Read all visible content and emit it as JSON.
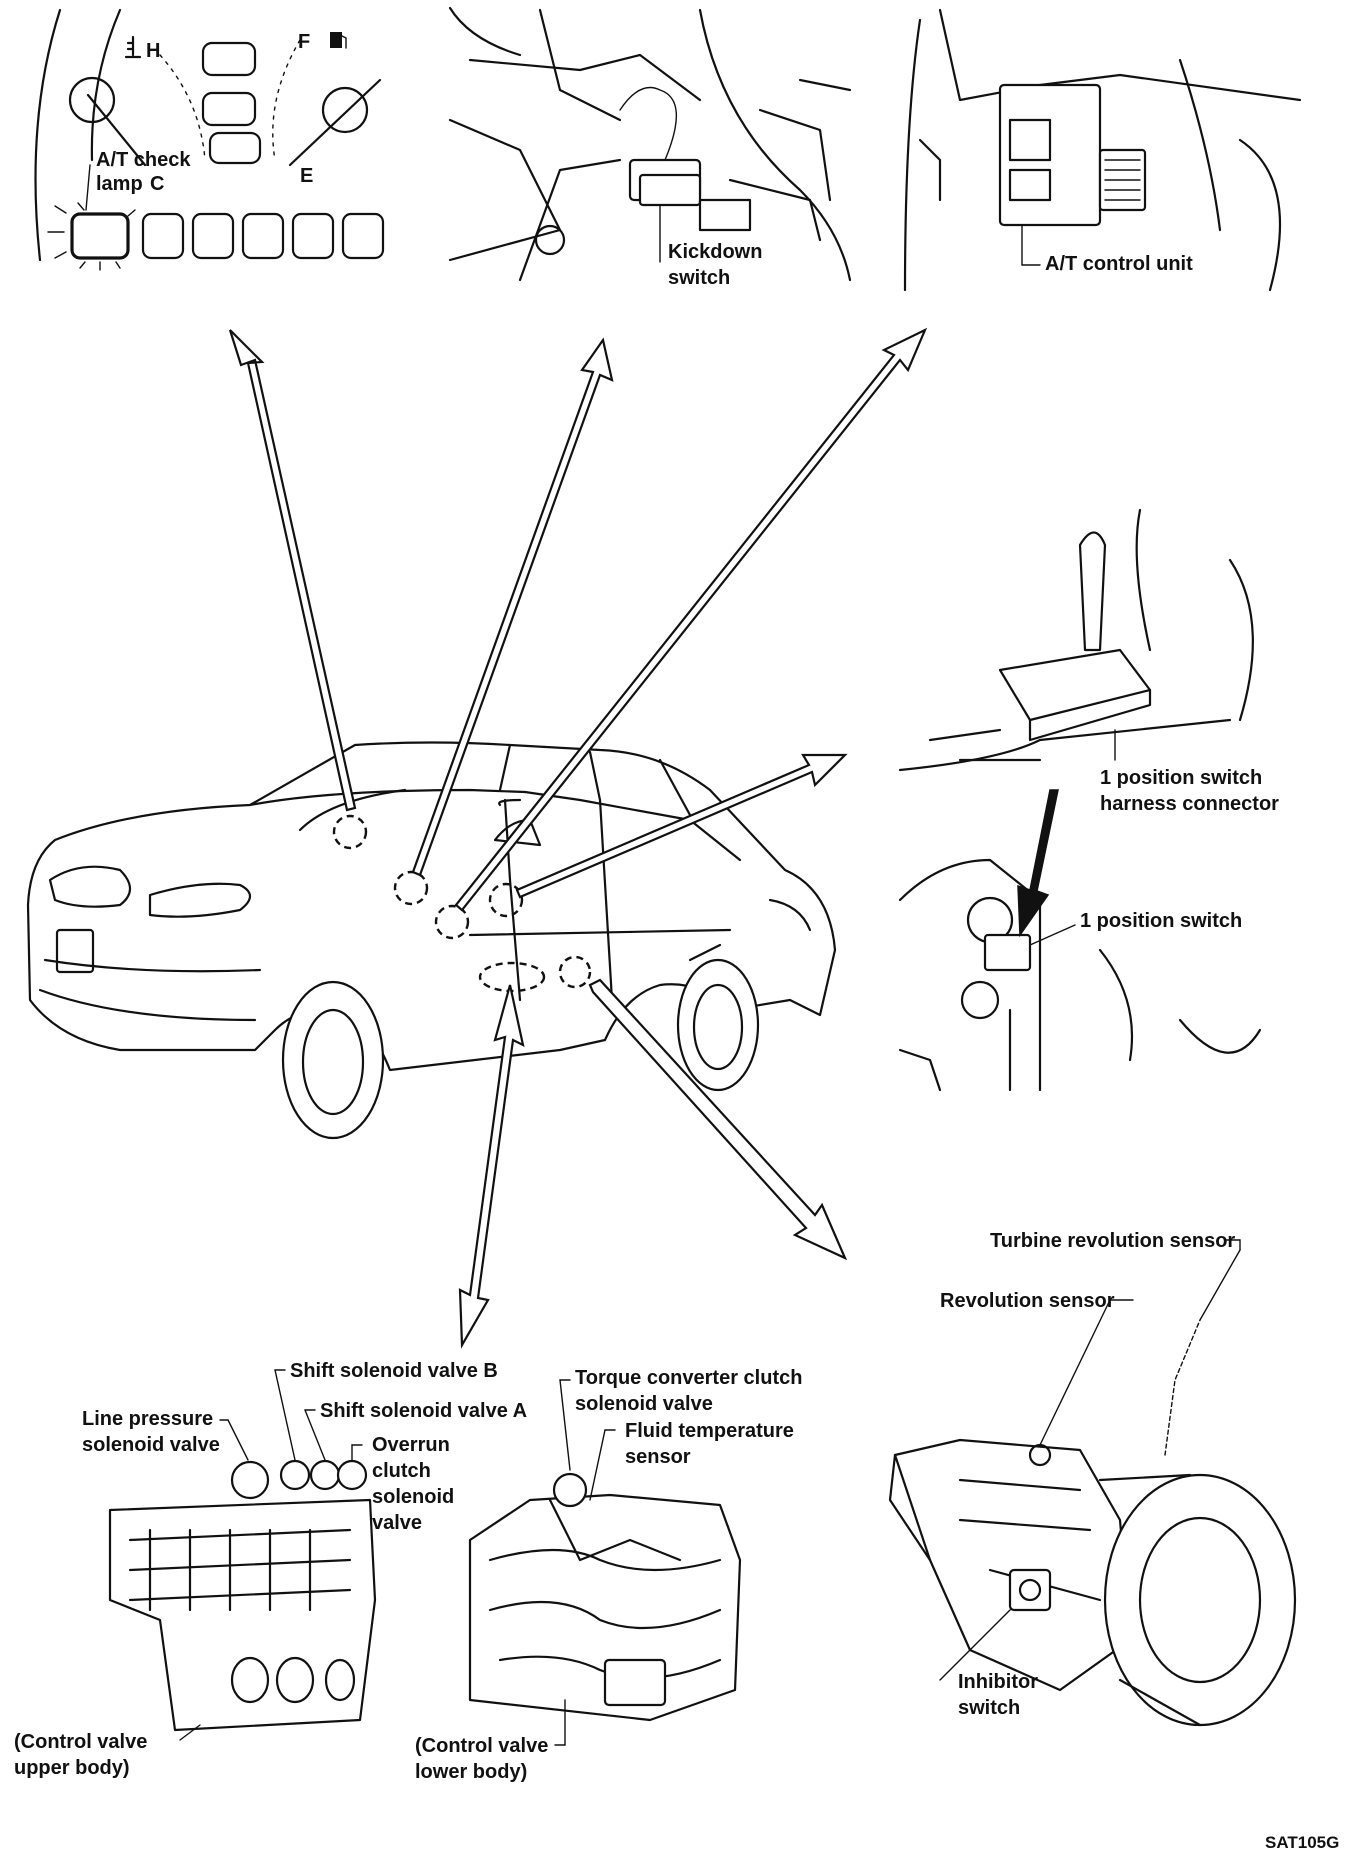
{
  "labels": {
    "at_check_lamp": [
      "A/T check",
      "lamp"
    ],
    "kickdown_switch": [
      "Kickdown",
      "switch"
    ],
    "at_control_unit": "A/T control unit",
    "position_switch_harness": [
      "1 position switch",
      "harness connector"
    ],
    "position_switch": "1 position switch",
    "turbine_revolution_sensor": "Turbine revolution sensor",
    "revolution_sensor": "Revolution sensor",
    "inhibitor_switch": [
      "Inhibitor",
      "switch"
    ],
    "shift_solenoid_b": "Shift solenoid valve B",
    "shift_solenoid_a": "Shift solenoid valve A",
    "line_pressure_solenoid": [
      "Line pressure",
      "solenoid valve"
    ],
    "overrun_clutch_solenoid": [
      "Overrun",
      "clutch",
      "solenoid",
      "valve"
    ],
    "torque_converter_clutch_solenoid": [
      "Torque converter clutch",
      "solenoid valve"
    ],
    "fluid_temperature_sensor": [
      "Fluid temperature",
      "sensor"
    ],
    "control_valve_upper_body": [
      "(Control valve",
      "upper body)"
    ],
    "control_valve_lower_body": [
      "(Control valve",
      "lower body)"
    ],
    "gauge_h": "H",
    "gauge_c": "C",
    "gauge_f": "F",
    "gauge_e": "E"
  },
  "figure_code": "SAT105G",
  "icons": [
    "temperature-icon",
    "fuel-pump-icon"
  ]
}
